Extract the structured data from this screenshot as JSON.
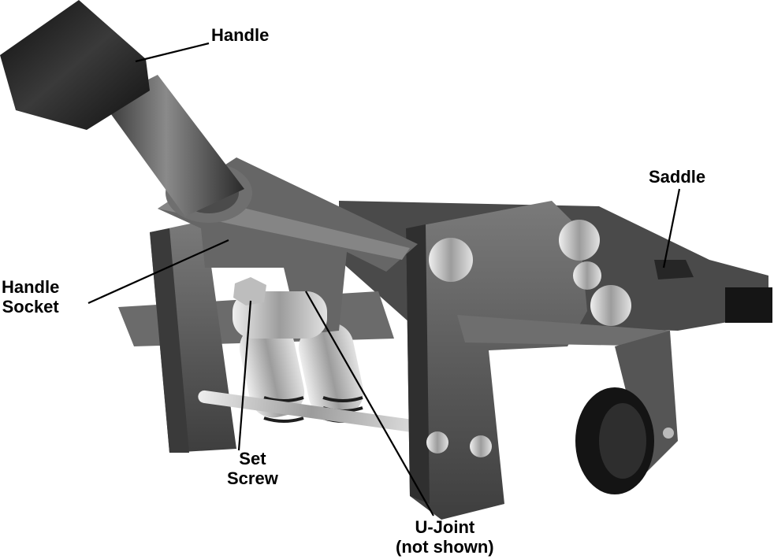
{
  "colors": {
    "background": "#ffffff",
    "label_text": "#000000",
    "leader_line": "#000000",
    "jack_body": "#5a5a5a",
    "jack_shadow": "#2b2b2b",
    "jack_highlight": "#9a9a9a",
    "handle_grip": "#1c1c1c",
    "chrome": "#c8c8c8"
  },
  "callouts": {
    "handle": {
      "lines": [
        "Handle"
      ]
    },
    "saddle": {
      "lines": [
        "Saddle"
      ]
    },
    "handle_socket": {
      "lines": [
        "Handle",
        "Socket"
      ]
    },
    "set_screw": {
      "lines": [
        "Set",
        "Screw"
      ]
    },
    "u_joint": {
      "lines": [
        "U-Joint",
        "(not shown)"
      ]
    }
  }
}
